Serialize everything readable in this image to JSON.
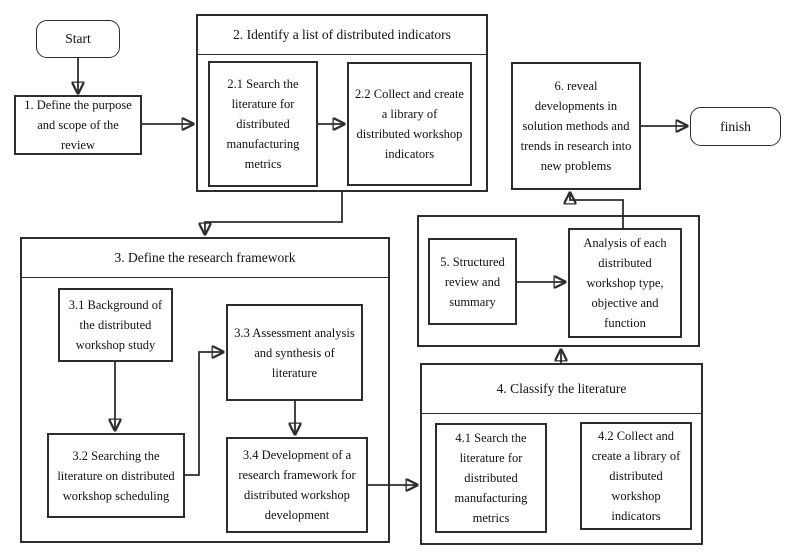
{
  "diagram": {
    "kind": "flowchart",
    "colors": {
      "line": "#2d2d2d",
      "text": "#111111",
      "background": "#ffffff"
    },
    "nodes": {
      "start": {
        "label": "Start"
      },
      "step1": {
        "label": "1. Define the purpose\nand scope of the\nreview"
      },
      "group2": {
        "label": "2. Identify a list of distributed indicators"
      },
      "step2_1": {
        "label": "2.1 Search the\nliterature for\ndistributed\nmanufacturing\nmetrics"
      },
      "step2_2": {
        "label": "2.2 Collect and create\na library of\ndistributed workshop\nindicators"
      },
      "group3": {
        "label": "3. Define the research framework"
      },
      "step3_1": {
        "label": "3.1 Background of\nthe distributed\nworkshop study"
      },
      "step3_2": {
        "label": "3.2 Searching the\nliterature on distributed\nworkshop scheduling"
      },
      "step3_3": {
        "label": "3.3 Assessment analysis\nand synthesis of\nliterature"
      },
      "step3_4": {
        "label": "3.4 Development of a\nresearch framework for\ndistributed workshop\ndevelopment"
      },
      "group4": {
        "label": "4. Classify the literature"
      },
      "step4_1": {
        "label": "4.1 Search the\nliterature for\ndistributed\nmanufacturing\nmetrics"
      },
      "step4_2": {
        "label": "4.2 Collect and\ncreate a library of\ndistributed\nworkshop\nindicators"
      },
      "step5": {
        "label": "5. Structured\nreview and\nsummary"
      },
      "analysis": {
        "label": "Analysis of each\ndistributed\nworkshop type,\nobjective and\nfunction"
      },
      "step6": {
        "label": "6. reveal\ndevelopments in\nsolution methods and\ntrends in research into\nnew problems"
      },
      "finish": {
        "label": "finish"
      }
    },
    "edges": [
      {
        "from": "start",
        "to": "step1"
      },
      {
        "from": "step1",
        "to": "group2"
      },
      {
        "from": "step2_1",
        "to": "step2_2"
      },
      {
        "from": "group2",
        "to": "group3"
      },
      {
        "from": "step3_1",
        "to": "step3_2"
      },
      {
        "from": "step3_2",
        "to": "step3_3"
      },
      {
        "from": "step3_3",
        "to": "step3_4"
      },
      {
        "from": "step3_4",
        "to": "group4"
      },
      {
        "from": "step4_1",
        "to": "step4_2"
      },
      {
        "from": "group4",
        "to": "review-group"
      },
      {
        "from": "step5",
        "to": "analysis"
      },
      {
        "from": "analysis",
        "to": "step6"
      },
      {
        "from": "step6",
        "to": "finish"
      }
    ]
  }
}
